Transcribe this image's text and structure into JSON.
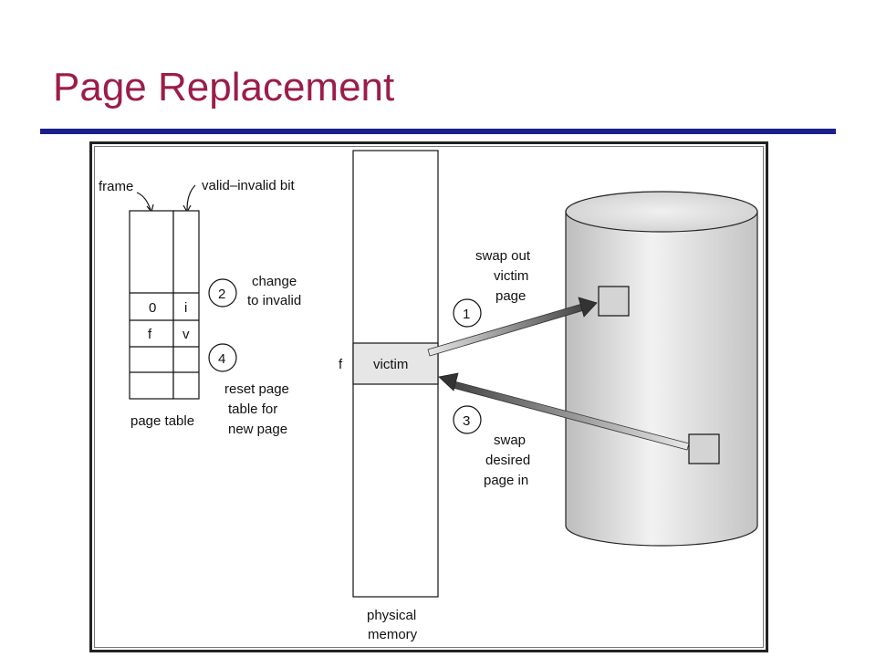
{
  "title": "Page Replacement",
  "page_table": {
    "frame_label": "frame",
    "valid_bit_label": "valid–invalid bit",
    "rows": [
      {
        "frame": "0",
        "bit": "i"
      },
      {
        "frame": "f",
        "bit": "v"
      }
    ],
    "caption": "page table"
  },
  "steps": [
    {
      "number": "1",
      "lines": [
        "swap out",
        "victim",
        "page"
      ]
    },
    {
      "number": "2",
      "lines": [
        "change",
        "to invalid"
      ]
    },
    {
      "number": "3",
      "lines": [
        "swap",
        "desired",
        "page in"
      ]
    },
    {
      "number": "4",
      "lines": [
        "reset page",
        "table for",
        "new page"
      ]
    }
  ],
  "physical_memory": {
    "frame_label": "f",
    "victim_label": "victim",
    "caption": [
      "physical",
      "memory"
    ]
  },
  "colors": {
    "title": "#9b1d4a",
    "rule": "#1b1f8a",
    "victim_fill": "#e6e6e6",
    "disk_fill": "#d9d9d9"
  }
}
